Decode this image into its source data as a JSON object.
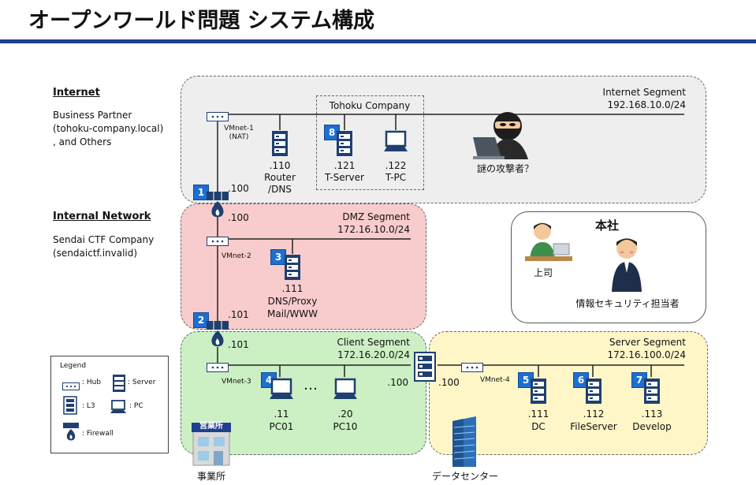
{
  "page": {
    "title": "オープンワールド問題 システム構成"
  },
  "left": {
    "internet_heading": "Internet",
    "internet_desc_1": "Business Partner",
    "internet_desc_2": "(tohoku-company.local)",
    "internet_desc_3": ", and Others",
    "internal_heading": "Internal Network",
    "internal_desc_1": "Sendai CTF Company",
    "internal_desc_2": "(sendaictf.invalid)"
  },
  "segments": {
    "internet": {
      "name": "Internet Segment",
      "cidr": "192.168.10.0/24"
    },
    "dmz": {
      "name": "DMZ Segment",
      "cidr": "172.16.10.0/24"
    },
    "client": {
      "name": "Client Segment",
      "cidr": "172.16.20.0/24"
    },
    "server": {
      "name": "Server Segment",
      "cidr": "172.16.100.0/24"
    }
  },
  "vmnets": {
    "v1_line1": "VMnet-1",
    "v1_line2": "(NAT)",
    "v2": "VMnet-2",
    "v3": "VMnet-3",
    "v4": "VMnet-4"
  },
  "tohoku": {
    "label": "Tohoku Company"
  },
  "nodes": {
    "router": {
      "ip": ".110",
      "name1": "Router",
      "name2": "/DNS"
    },
    "tserver": {
      "badge": "8",
      "ip": ".121",
      "name": "T-Server"
    },
    "tpc": {
      "ip": ".122",
      "name": "T-PC"
    },
    "attacker": {
      "name": "謎の攻撃者？"
    },
    "fw1": {
      "badge": "1",
      "ip_out": ".100",
      "ip_in": ".100"
    },
    "dns": {
      "badge": "3",
      "ip": ".111",
      "name1": "DNS/Proxy",
      "name2": "Mail/WWW"
    },
    "fw2": {
      "badge": "2",
      "ip_out": ".101",
      "ip_in": ".101"
    },
    "pc01": {
      "badge": "4",
      "ip": ".11",
      "name": "PC01"
    },
    "pc10": {
      "ip": ".20",
      "name": "PC10"
    },
    "ellipsis": "…",
    "l3": {
      "ip_client": ".100",
      "ip_server": ".100"
    },
    "dc": {
      "badge": "5",
      "ip": ".111",
      "name": "DC"
    },
    "fileserver": {
      "badge": "6",
      "ip": ".112",
      "name": "FileServer"
    },
    "develop": {
      "badge": "7",
      "ip": ".113",
      "name": "Develop"
    }
  },
  "hq": {
    "title": "本社",
    "boss": "上司",
    "security": "情報セキュリティ担当者"
  },
  "legend": {
    "title": "Legend",
    "hub": ": Hub",
    "server": ": Server",
    "l3": ": L3",
    "pc": ": PC",
    "firewall": ": Firewall"
  },
  "buildings": {
    "office_sign": "営業所",
    "office": "事業所",
    "datacenter": "データセンター"
  },
  "colors": {
    "title_rule": "#1f3f8f",
    "internet_bg": "#eeeeee",
    "dmz_bg": "#f8cccc",
    "client_bg": "#ccf0c4",
    "server_bg": "#fff6c8",
    "badge": "#1d6fd1",
    "device": "#1f3f6f"
  }
}
